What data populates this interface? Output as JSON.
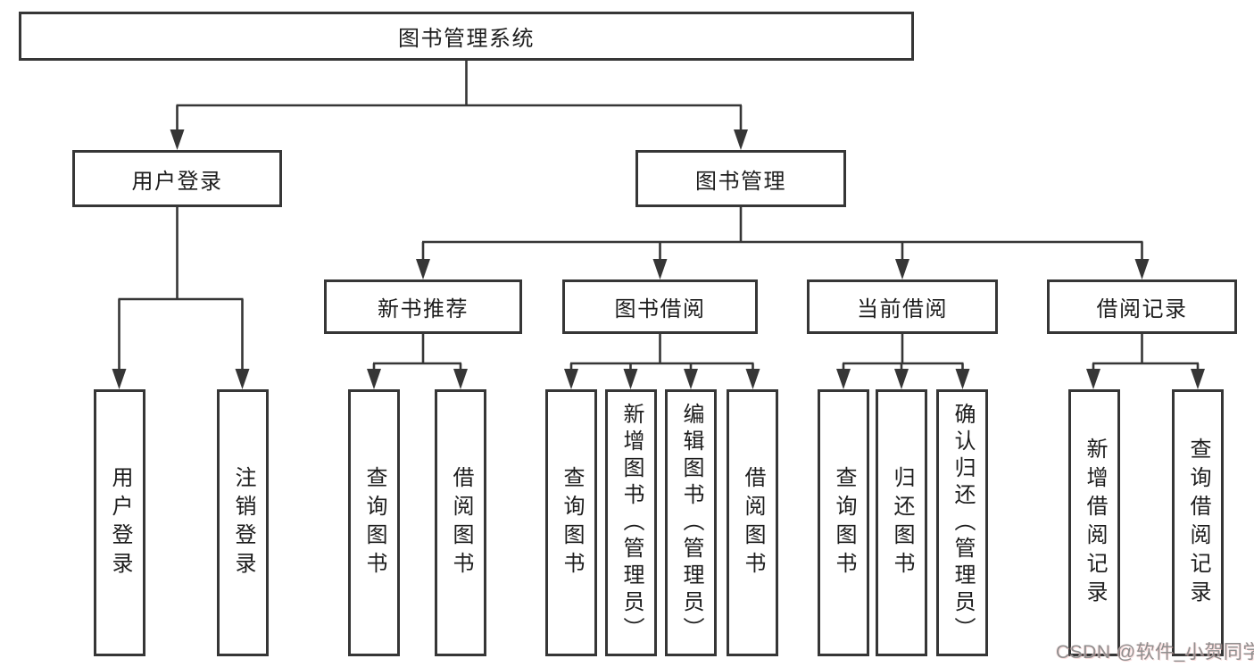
{
  "tree": {
    "label": "图书管理系统",
    "children": [
      {
        "label": "用户登录",
        "children": [
          {
            "label": "用户登录"
          },
          {
            "label": "注销登录"
          }
        ]
      },
      {
        "label": "图书管理",
        "children": [
          {
            "label": "新书推荐",
            "children": [
              {
                "label": "查询图书"
              },
              {
                "label": "借阅图书"
              }
            ]
          },
          {
            "label": "图书借阅",
            "children": [
              {
                "label": "查询图书"
              },
              {
                "label": "新增图书（管理员）"
              },
              {
                "label": "编辑图书（管理员）"
              },
              {
                "label": "借阅图书"
              }
            ]
          },
          {
            "label": "当前借阅",
            "children": [
              {
                "label": "查询图书"
              },
              {
                "label": "归还图书"
              },
              {
                "label": "确认归还（管理员）"
              }
            ]
          },
          {
            "label": "借阅记录",
            "children": [
              {
                "label": "新增借阅记录"
              },
              {
                "label": "查询借阅记录"
              }
            ]
          }
        ]
      }
    ]
  },
  "watermark": {
    "text": "CSDN @软件_小贺同学"
  },
  "colors": {
    "line": "#363636",
    "border": "#363636",
    "text": "#1d1d1d",
    "watermark": "#8f8f8f",
    "bg": "#ffffff"
  }
}
